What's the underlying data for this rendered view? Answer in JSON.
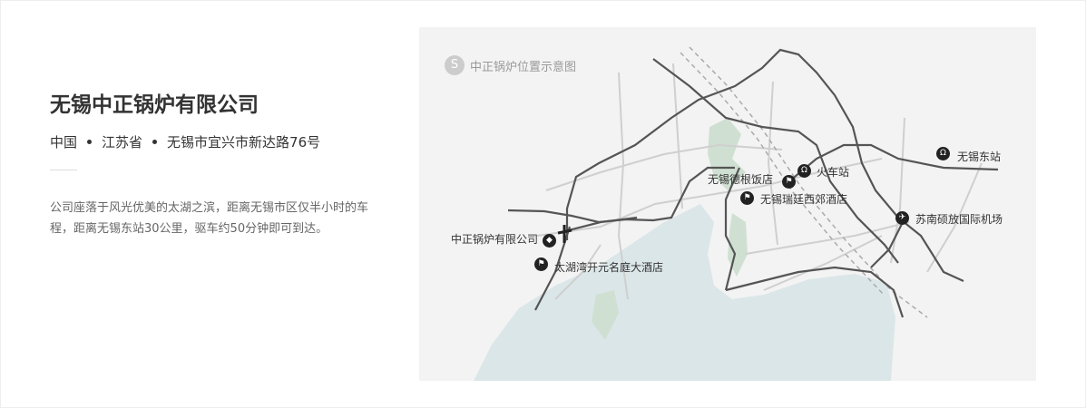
{
  "company": {
    "name": "无锡中正锅炉有限公司",
    "address": [
      "中国",
      "江苏省",
      "无锡市宜兴市新达路76号"
    ],
    "description": "公司座落于风光优美的太湖之滨，距离无锡市区仅半小时的车程，距离无锡东站30公里，驱车约50分钟即可到达。"
  },
  "map": {
    "title": "中正锅炉位置示意图",
    "places": [
      {
        "name": "中正锅炉有限公司",
        "icon": "company-icon"
      },
      {
        "name": "太湖湾开元名庭大酒店",
        "icon": "hotel-icon"
      },
      {
        "name": "无锡德根饭店",
        "icon": "hotel-icon"
      },
      {
        "name": "火车站",
        "icon": "train-icon"
      },
      {
        "name": "无锡瑞廷西郊酒店",
        "icon": "hotel-icon"
      },
      {
        "name": "无锡东站",
        "icon": "train-icon"
      },
      {
        "name": "苏南硕放国际机场",
        "icon": "airplane-icon"
      }
    ]
  }
}
